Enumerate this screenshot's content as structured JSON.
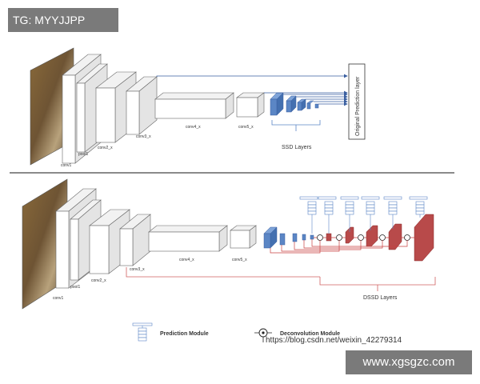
{
  "tag_top": "TG: MYYJJPP",
  "tag_site": "www.xgsgzc.com",
  "watermark": "https://blog.csdn.net/weixin_42279314",
  "ssd": {
    "layers": [
      "conv1",
      "pool1",
      "conv2_x",
      "conv3_x",
      "conv4_x",
      "conv5_x"
    ],
    "ssd_layers_label": "SSD Layers",
    "prediction_layer_label": "Original Prediction layer"
  },
  "dssd": {
    "layers": [
      "conv1",
      "pool1",
      "conv2_x",
      "conv3_x",
      "conv4_x",
      "conv5_x"
    ],
    "dssd_layers_label": "DSSD Layers"
  },
  "legend": {
    "prediction_module": "Prediction Module",
    "deconvolution_module": "Deconvolution  Module"
  },
  "colors": {
    "ssd_block": "#5b86c5",
    "dssd_block": "#b84a4a",
    "ssd_bracket": "#5b86c5",
    "dssd_bracket": "#d06060",
    "deconv_line": "#c84040",
    "divider": "#444444"
  }
}
